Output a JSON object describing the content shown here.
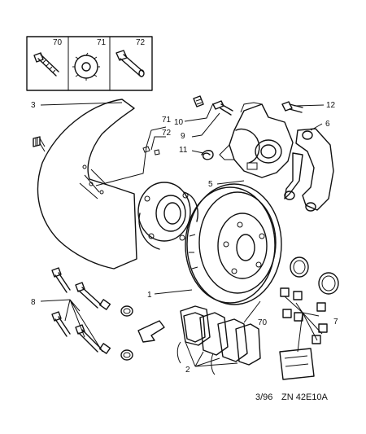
{
  "inset": {
    "callouts": [
      "70",
      "71",
      "72"
    ]
  },
  "callouts": {
    "c1": "1",
    "c2": "2",
    "c3": "3",
    "c5": "5",
    "c6": "6",
    "c7": "7",
    "c8": "8",
    "c9": "9",
    "c10": "10",
    "c11": "11",
    "c12": "12",
    "c70": "70",
    "c71": "71",
    "c72": "72"
  },
  "footer": {
    "date": "3/96",
    "reference": "ZN 42E10A"
  }
}
